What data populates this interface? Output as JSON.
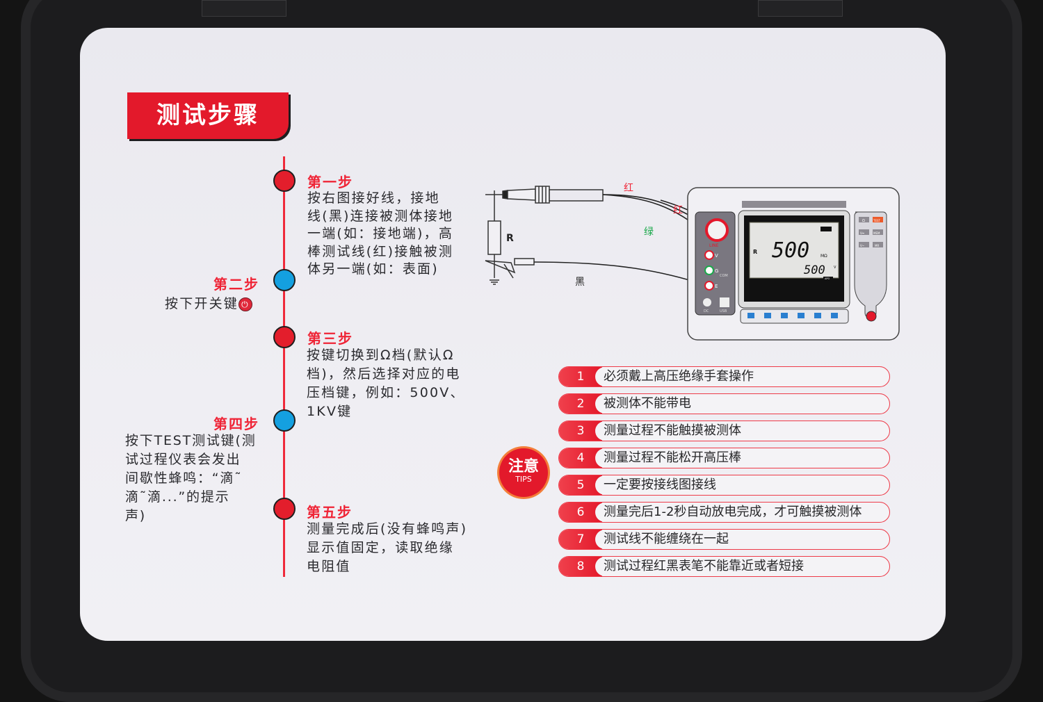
{
  "title": "测试步骤",
  "steps": [
    {
      "title": "第一步",
      "lines": [
        "按右图接好线，接地",
        "线(黑)连接被测体接地",
        "一端(如：接地端)，高",
        "棒测试线(红)接触被测",
        "体另一端(如：表面)"
      ],
      "dot_color": "#e31e2c"
    },
    {
      "title": "第二步",
      "lines": [
        "按下开关键"
      ],
      "dot_color": "#14a0e0",
      "icon": "power-icon"
    },
    {
      "title": "第三步",
      "lines": [
        "按键切换到Ω档(默认Ω",
        "档)，然后选择对应的电",
        "压档键，例如：500V、",
        "1KV键"
      ],
      "dot_color": "#e31e2c"
    },
    {
      "title": "第四步",
      "lines": [
        "按下TEST测试键(测",
        "试过程仪表会发出",
        "间歇性蜂鸣：“滴˜",
        "滴˜滴...”的提示",
        "声)"
      ],
      "dot_color": "#14a0e0"
    },
    {
      "title": "第五步",
      "lines": [
        "测量完成后(没有蜂鸣声)",
        "显示值固定，读取绝缘",
        "电阻值"
      ],
      "dot_color": "#e31e2c"
    }
  ],
  "diagram": {
    "resistor_label": "R",
    "wire_labels": {
      "red1": "红",
      "red2": "红",
      "green": "绿",
      "black": "黑"
    },
    "meter": {
      "main_reading": "500",
      "main_unit": "MΩ",
      "sub_reading": "500",
      "sub_unit": "V",
      "mode": "R",
      "apo": "APO",
      "terminals": [
        "LINE",
        "V",
        "G",
        "E",
        "COM",
        "DC",
        "USB"
      ],
      "buttons": [
        "Ω",
        "TEST",
        "V⎓",
        "MEM",
        "V~",
        "MR"
      ]
    }
  },
  "tips_badge": {
    "title": "注意",
    "subtitle": "TIPS"
  },
  "tips": [
    {
      "num": "1",
      "text": "必须戴上高压绝缘手套操作"
    },
    {
      "num": "2",
      "text": "被测体不能带电"
    },
    {
      "num": "3",
      "text": "测量过程不能触摸被测体"
    },
    {
      "num": "4",
      "text": "测量过程不能松开高压棒"
    },
    {
      "num": "5",
      "text": "一定要按接线图接线"
    },
    {
      "num": "6",
      "text": "测量完后1-2秒自动放电完成，才可触摸被测体"
    },
    {
      "num": "7",
      "text": "测试线不能缠绕在一起"
    },
    {
      "num": "8",
      "text": "测试过程红黑表笔不能靠近或者短接"
    }
  ],
  "colors": {
    "accent_red": "#e3192b",
    "step_blue": "#14a0e0",
    "wire_green": "#1aa84a"
  }
}
